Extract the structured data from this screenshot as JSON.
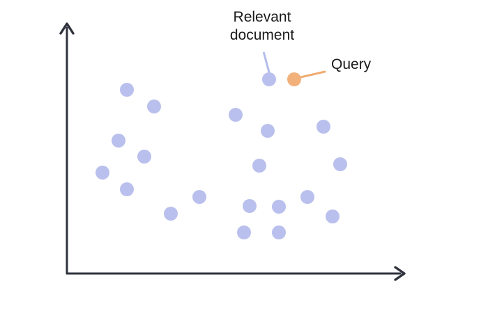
{
  "figure": {
    "background_color": "#ffffff",
    "text_color": "#1a1a1a",
    "axis_color": "#2f333d"
  },
  "annotations": {
    "relevant_document": {
      "label": "Relevant document"
    },
    "query": {
      "label": "Query"
    }
  },
  "chart_data": {
    "type": "scatter",
    "title": "",
    "xlabel": "",
    "ylabel": "",
    "legend": false,
    "grid": false,
    "axes_style": "plain arrow axes, no ticks, no tick labels",
    "coordinate_units": "screen pixels on 700x444 canvas, y increases downward",
    "axis_origin": [
      96,
      393
    ],
    "y_axis_tip": [
      96,
      33
    ],
    "x_axis_tip": [
      581,
      393
    ],
    "point_radius": 10,
    "series": [
      {
        "name": "document-points",
        "color": "#b9c0ed",
        "points": [
          [
            182,
            129
          ],
          [
            221,
            153
          ],
          [
            338,
            165
          ],
          [
            384,
            188
          ],
          [
            464,
            182
          ],
          [
            170,
            202
          ],
          [
            207,
            225
          ],
          [
            147,
            248
          ],
          [
            372,
            238
          ],
          [
            488,
            236
          ],
          [
            182,
            272
          ],
          [
            286,
            283
          ],
          [
            441,
            283
          ],
          [
            245,
            307
          ],
          [
            358,
            296
          ],
          [
            400,
            297
          ],
          [
            350,
            334
          ],
          [
            477,
            311
          ],
          [
            400,
            334
          ]
        ]
      },
      {
        "name": "relevant-document-point",
        "label": "Relevant document",
        "color": "#b9c0ed",
        "points": [
          [
            386,
            114
          ]
        ]
      },
      {
        "name": "query-point",
        "label": "Query",
        "color": "#f2b17b",
        "points": [
          [
            422,
            114
          ]
        ]
      }
    ]
  }
}
